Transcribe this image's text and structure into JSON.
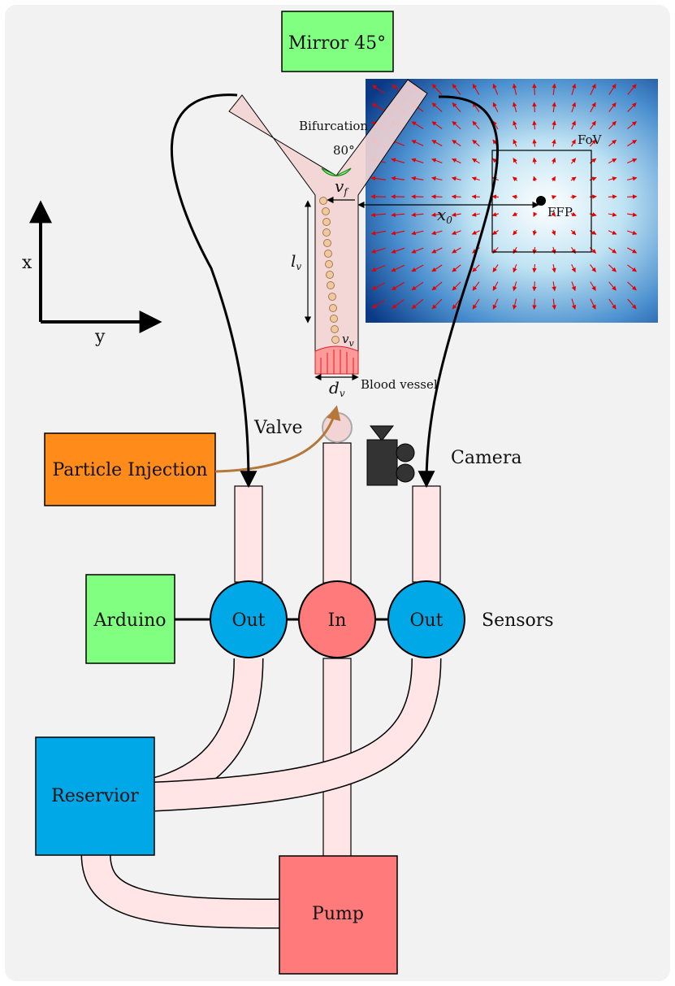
{
  "boxes": {
    "mirror": "Mirror 45°",
    "particle_injection": "Particle Injection",
    "arduino": "Arduino",
    "reservoir": "Reservior",
    "pump": "Pump"
  },
  "sensors": {
    "out_left": "Out",
    "in": "In",
    "out_right": "Out",
    "label": "Sensors"
  },
  "labels": {
    "valve": "Valve",
    "camera": "Camera",
    "bifurcation": "Bifurcation",
    "angle": "80°",
    "blood_vessel": "Blood vessel",
    "fov": "FoV",
    "ffp": "FFP"
  },
  "symbols": {
    "vf": "v",
    "vf_sub": "f",
    "lv": "l",
    "lv_sub": "v",
    "vv": "v",
    "vv_sub": "v",
    "dv": "d",
    "dv_sub": "v",
    "x0": "x",
    "x0_sub": "0"
  },
  "axes": {
    "x": "x",
    "y": "y"
  },
  "colors": {
    "background": "#f2f2f2",
    "green_box": "#80ff80",
    "orange_box": "#ff8c1a",
    "blue": "#00a8e8",
    "red": "#ff7b7b",
    "tube": "#ffe5e5",
    "vessel": "#f3d4d4",
    "field_arrow": "#e60000",
    "particle": "#f1c9a0"
  }
}
